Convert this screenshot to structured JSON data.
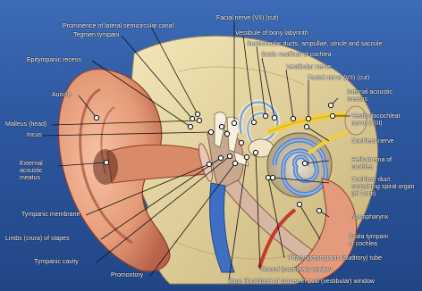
{
  "labels": {
    "prominence_canal": "Prominence of lateral semicircular canal",
    "tegmen_tympani": "Tegmen tympani",
    "epitympanic_recess": "Epitympanic recess",
    "auricle": "Auricle",
    "malleus_head": "Malleus (head)",
    "incus": "Incus",
    "external_meatus": "External acoustic meatus",
    "tympanic_membrane": "Tympanic membrane",
    "limbs_stapes": "Limbs (crura) of stapes",
    "tympanic_cavity": "Tympanic cavity",
    "promontory": "Promontory",
    "base_stapes": "Base (footplate) of stapes in oval (vestibular) window",
    "round_window": "Round (cochlear) window",
    "pharyngotympanic_tube": "Pharyngotympanic (auditory) tube",
    "scala_tympani": "Scala tympani of cochlea",
    "nasopharynx": "Nasopharynx",
    "cochlear_duct": "Cochlear duct containing spiral organ (of Corti)",
    "helicotrema": "Helicotrema of cochlea",
    "cochlear_nerve": "Cochlear nerve",
    "vestibulocochlear_nerve": "Vestibulocochlear nerve (VIII)",
    "internal_meatus": "Internal acoustic meatus",
    "facial_nerve_out": "Facial nerve (VII) (cut)",
    "vestibular_nerve": "Vestibular nerve",
    "scala_vestibuli": "Scala vestibuli of cochlea",
    "semicircular_ducts": "Semicircular ducts, ampullae, utricle and saccule",
    "vestibule": "Vestibule of bony labyrinth",
    "facial_nerve_top": "Facial nerve (VII) (cut)"
  },
  "colors": {
    "background": "#2c569e",
    "skin": "#e59a78",
    "bone": "#e8d89a",
    "nerve": "#f2cf3a",
    "membrane": "#8fb4e6",
    "cochlea": "#5c86c9"
  }
}
